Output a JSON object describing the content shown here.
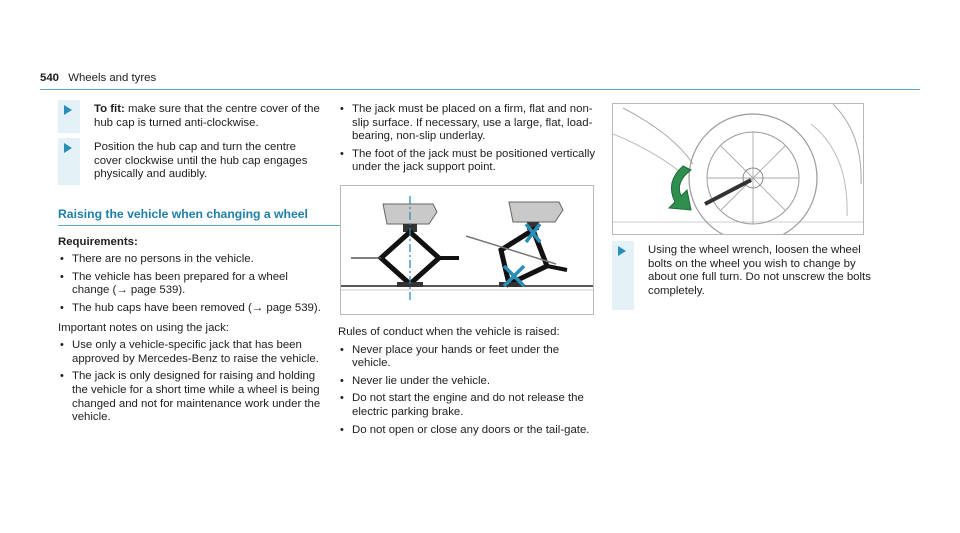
{
  "header": {
    "page_number": "540",
    "section_title": "Wheels and tyres"
  },
  "col1": {
    "steps": [
      {
        "lead": "To fit:",
        "text": " make sure that the centre cover of the hub cap is turned anti-clockwise."
      },
      {
        "lead": "",
        "text": "Position the hub cap and turn the centre cover clockwise until the hub cap engages physically and audibly."
      }
    ],
    "section_heading": "Raising the vehicle when changing a wheel",
    "requirements_label": "Requirements:",
    "requirements": [
      "There are no persons in the vehicle.",
      "The vehicle has been prepared for a wheel change (→ page 539).",
      "The hub caps have been removed (→ page 539)."
    ],
    "notes_intro": "Important notes on using the jack:",
    "notes": [
      "Use only a vehicle-specific jack that has been approved by Mercedes-Benz to raise the vehicle.",
      "The jack is only designed for raising and holding the vehicle for a short time while a wheel is being changed and not for maintenance work under the vehicle."
    ]
  },
  "col2": {
    "bullets_top": [
      "The jack must be placed on a firm, flat and non-slip surface. If necessary, use a large, flat, load-bearing, non-slip underlay.",
      "The foot of the jack must be positioned vertically under the jack support point."
    ],
    "rules_intro": "Rules of conduct when the vehicle is raised:",
    "rules": [
      "Never place your hands or feet under the vehicle.",
      "Never lie under the vehicle.",
      "Do not start the engine and do not release the electric parking brake.",
      "Do not open or close any doors or the tail-gate."
    ]
  },
  "col3": {
    "step": "Using the wheel wrench, loosen the wheel bolts on the wheel you wish to change by about one full turn. Do not unscrew the bolts completely."
  },
  "colors": {
    "accent": "#1e7fa8",
    "bar": "#e4f2f7",
    "cross": "#2a8fb8",
    "arrow_green": "#2f8f4e"
  },
  "icons": {
    "step": "triangle-arrow-icon",
    "bullet": "bullet-dot-icon"
  }
}
